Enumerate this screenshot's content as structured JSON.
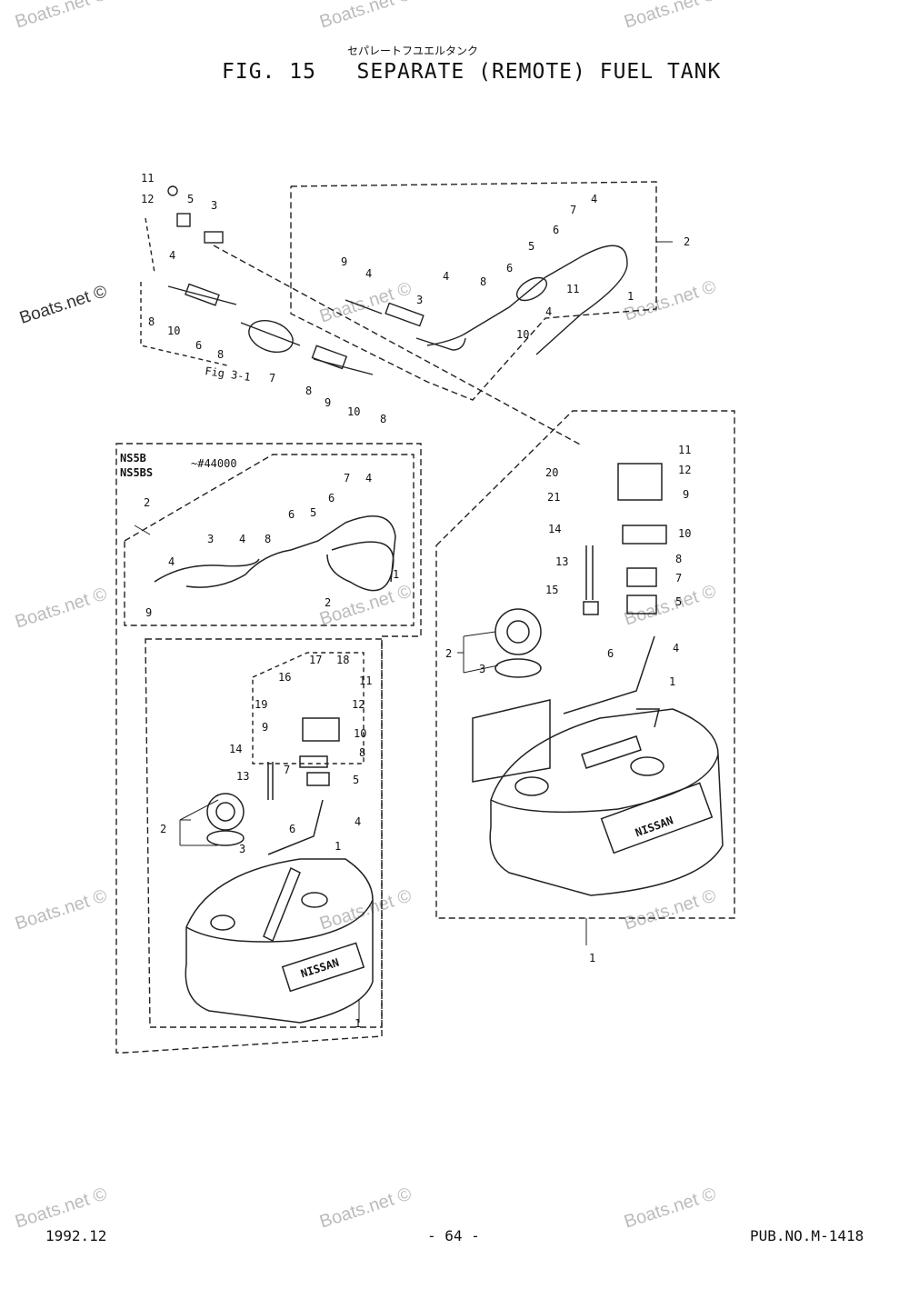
{
  "header": {
    "japanese_title": "セパレートフユエルタンク",
    "title": "FIG. 15   SEPARATE (REMOTE) FUEL TANK"
  },
  "footer": {
    "date": "1992.12",
    "page": "- 64 -",
    "pub_no": "PUB.NO.M-1418"
  },
  "watermark": {
    "text": "Boats.net ©",
    "prominent": "Boats.net ©"
  },
  "diagram": {
    "fuel_line_callouts": [
      "11",
      "12",
      "5",
      "3",
      "4",
      "9",
      "4",
      "3",
      "4",
      "8",
      "6",
      "5",
      "6",
      "7",
      "4",
      "2",
      "1",
      "11",
      "4",
      "10",
      "8",
      "10",
      "6",
      "8",
      "7",
      "8",
      "9",
      "10",
      "8"
    ],
    "fig_reference": "Fig 3-1",
    "variant_models": [
      "NS5B",
      "NS5BS"
    ],
    "serial_note": "~#44000",
    "inset_hose_callouts": [
      "2",
      "3",
      "4",
      "8",
      "6",
      "5",
      "6",
      "7",
      "4",
      "4",
      "9",
      "2",
      "1"
    ],
    "small_tank_callouts": [
      "17",
      "18",
      "16",
      "11",
      "19",
      "12",
      "9",
      "10",
      "14",
      "8",
      "7",
      "5",
      "13",
      "6",
      "4",
      "2",
      "3",
      "1",
      "1"
    ],
    "large_tank_callouts": [
      "11",
      "12",
      "20",
      "21",
      "9",
      "14",
      "10",
      "8",
      "13",
      "7",
      "15",
      "5",
      "6",
      "4",
      "2",
      "3",
      "1",
      "1"
    ],
    "brand_on_tank": "NISSAN"
  }
}
